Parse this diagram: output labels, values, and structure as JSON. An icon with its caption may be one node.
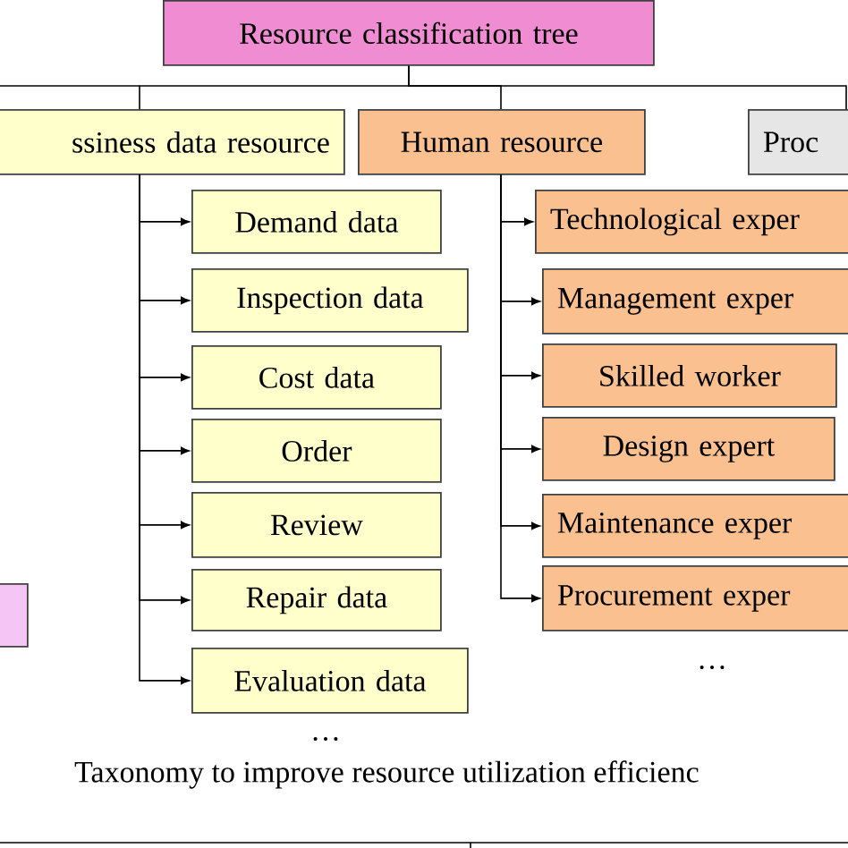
{
  "diagram": {
    "caption": "Taxonomy to improve resource utilization efficienc",
    "nodes": [
      {
        "text": [
          "Resource classification tree"
        ]
      },
      {
        "text": [
          "ssiness data resource"
        ]
      },
      {
        "text": [
          "Human resource"
        ]
      },
      {
        "text": [
          "Proc"
        ]
      },
      {
        "text": [
          "Demand data"
        ]
      },
      {
        "text": [
          "Inspection data"
        ]
      },
      {
        "text": [
          "Cost data"
        ]
      },
      {
        "text": [
          "Order"
        ]
      },
      {
        "text": [
          "Review"
        ]
      },
      {
        "text": [
          "Repair data"
        ]
      },
      {
        "text": [
          "Evaluation data"
        ]
      },
      {
        "text": [
          "Technological exper"
        ]
      },
      {
        "text": [
          "Management exper"
        ]
      },
      {
        "text": [
          "Skilled worker"
        ]
      },
      {
        "text": [
          "Design expert"
        ]
      },
      {
        "text": [
          "Maintenance exper"
        ]
      },
      {
        "text": [
          "Procurement exper"
        ]
      },
      {
        "text": [],
        "shape": "box"
      }
    ],
    "edges": [
      {
        "from": 0,
        "to": 1,
        "arrow": "none"
      },
      {
        "from": 0,
        "to": 2,
        "arrow": "none"
      },
      {
        "from": 0,
        "to": 3,
        "arrow": "none"
      },
      {
        "from": 1,
        "to": 4,
        "arrow": "to"
      },
      {
        "from": 1,
        "to": 5,
        "arrow": "to"
      },
      {
        "from": 1,
        "to": 6,
        "arrow": "to"
      },
      {
        "from": 1,
        "to": 7,
        "arrow": "to"
      },
      {
        "from": 1,
        "to": 8,
        "arrow": "to"
      },
      {
        "from": 1,
        "to": 9,
        "arrow": "to"
      },
      {
        "from": 1,
        "to": 10,
        "arrow": "to"
      },
      {
        "from": 2,
        "to": 11,
        "arrow": "to"
      },
      {
        "from": 2,
        "to": 12,
        "arrow": "to"
      },
      {
        "from": 2,
        "to": 13,
        "arrow": "to"
      },
      {
        "from": 2,
        "to": 14,
        "arrow": "to"
      },
      {
        "from": 2,
        "to": 15,
        "arrow": "to"
      },
      {
        "from": 2,
        "to": 16,
        "arrow": "to"
      }
    ],
    "labels": [
      "…",
      "…"
    ]
  }
}
